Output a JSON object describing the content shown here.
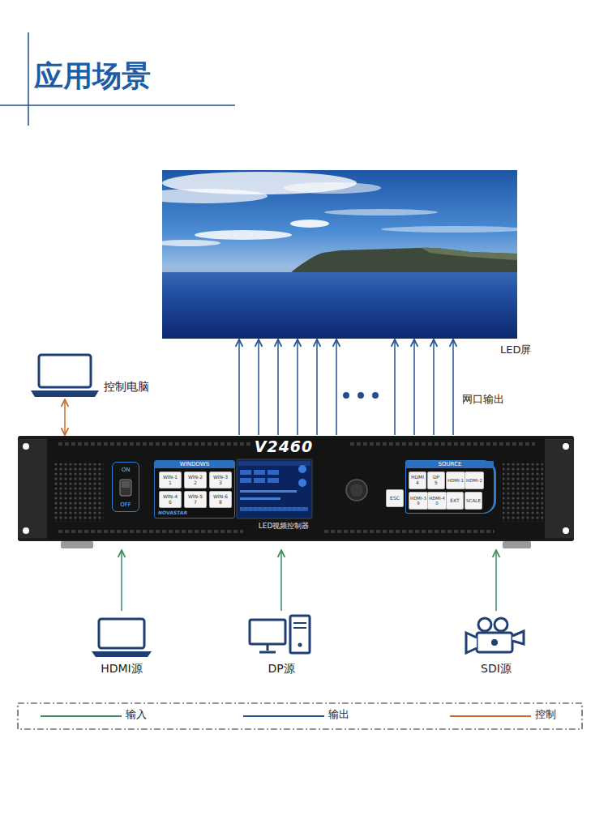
{
  "diagram": {
    "title": "应用场景",
    "nodes": [
      {
        "text": [
          "LED屏"
        ]
      },
      {
        "text": [
          "控制电脑"
        ]
      },
      {
        "text": [
          "V2460",
          "LED视频控制器"
        ]
      },
      {
        "text": [
          "ON",
          "OFF"
        ],
        "in": 2
      },
      {
        "text": [
          "WINDOWS",
          "NOVASTAR"
        ],
        "in": 2
      },
      {
        "text": [
          "WIN-1",
          "1"
        ],
        "in": 4
      },
      {
        "text": [
          "WIN-2",
          "2"
        ],
        "in": 4
      },
      {
        "text": [
          "WIN-3",
          "3"
        ],
        "in": 4
      },
      {
        "text": [
          "WIN-4",
          "6"
        ],
        "in": 4
      },
      {
        "text": [
          "WIN-5",
          "7"
        ],
        "in": 4
      },
      {
        "text": [
          "WIN-6",
          "8"
        ],
        "in": 4
      },
      {
        "text": [
          "ESC"
        ],
        "in": 2
      },
      {
        "text": [
          "SOURCE"
        ],
        "in": 2
      },
      {
        "text": [
          "HDMI",
          "4"
        ],
        "in": 12
      },
      {
        "text": [
          "DP",
          "5"
        ],
        "in": 12
      },
      {
        "text": [
          "HDMI-1"
        ],
        "in": 12
      },
      {
        "text": [
          "HDMI-2"
        ],
        "in": 12
      },
      {
        "text": [
          "HDMI-3",
          "9"
        ],
        "in": 12
      },
      {
        "text": [
          "HDMI-4",
          "0"
        ],
        "in": 12
      },
      {
        "text": [
          "EXT"
        ],
        "in": 12
      },
      {
        "text": [
          "SCALE"
        ],
        "in": 12
      },
      {
        "text": [
          "HDMI源"
        ]
      },
      {
        "text": [
          "DP源"
        ]
      },
      {
        "text": [
          "SDI源"
        ]
      }
    ],
    "edges": [
      {
        "from": 1,
        "to": 2,
        "arrow": "both"
      },
      {
        "from": 2,
        "to": 0,
        "arrow": "to"
      },
      {
        "from": 2,
        "to": 0,
        "arrow": "to"
      },
      {
        "from": 2,
        "to": 0,
        "arrow": "to"
      },
      {
        "from": 2,
        "to": 0,
        "arrow": "to"
      },
      {
        "from": 2,
        "to": 0,
        "arrow": "to"
      },
      {
        "from": 2,
        "to": 0,
        "arrow": "to"
      },
      {
        "from": 2,
        "to": 0,
        "arrow": "to"
      },
      {
        "from": 2,
        "to": 0,
        "arrow": "to"
      },
      {
        "from": 2,
        "to": 0,
        "arrow": "to"
      },
      {
        "from": 2,
        "to": 0,
        "arrow": "to"
      },
      {
        "from": 21,
        "to": 2,
        "arrow": "to"
      },
      {
        "from": 22,
        "to": 2,
        "arrow": "to"
      },
      {
        "from": 23,
        "to": 2,
        "arrow": "to"
      }
    ],
    "labels": [
      "网口输出"
    ],
    "legend": [
      {
        "text": "输入"
      },
      {
        "text": "输出"
      },
      {
        "text": "控制"
      }
    ]
  }
}
